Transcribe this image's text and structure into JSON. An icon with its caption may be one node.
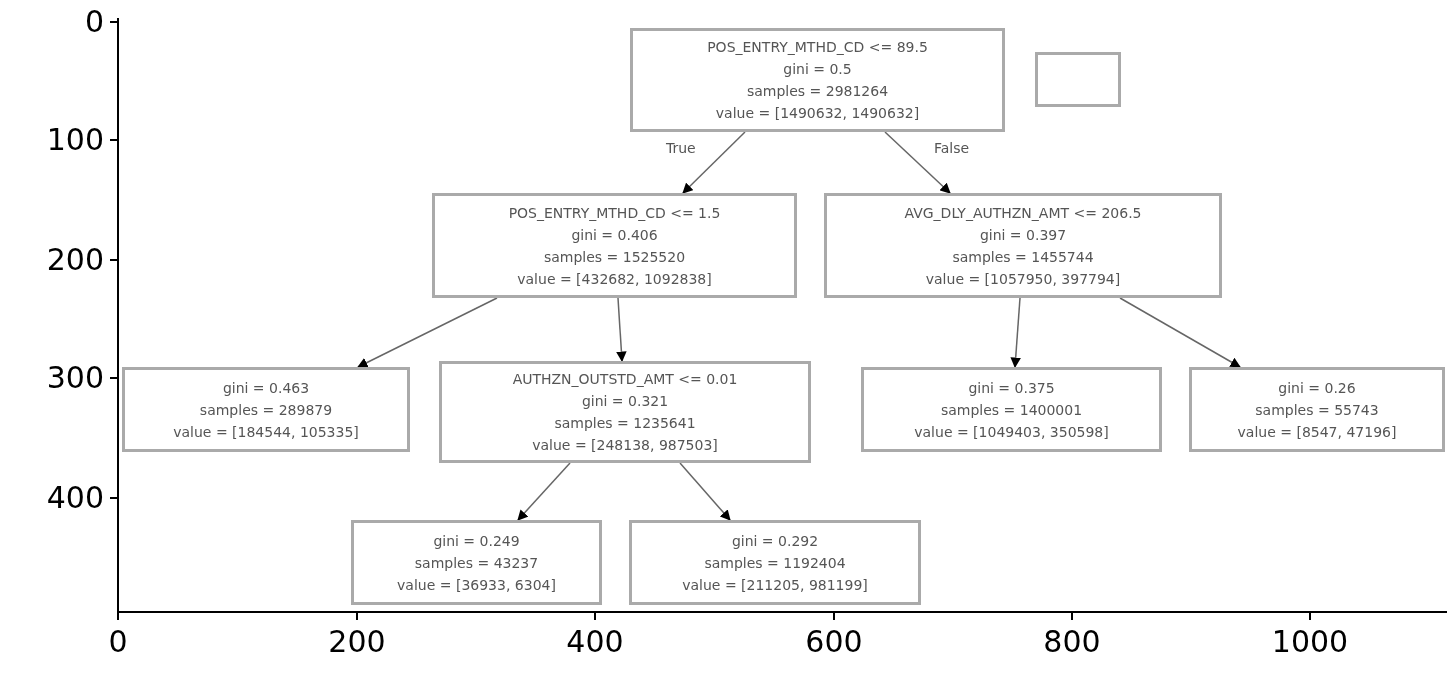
{
  "diagram": {
    "nodes": [
      {
        "text": [
          "POS_ENTRY_MTHD_CD <= 89.5",
          "gini = 0.5",
          "samples = 2981264",
          "value = [1490632, 1490632]"
        ]
      },
      {
        "text": [],
        "shape": "box"
      },
      {
        "text": [
          "POS_ENTRY_MTHD_CD <= 1.5",
          "gini = 0.406",
          "samples = 1525520",
          "value = [432682, 1092838]"
        ]
      },
      {
        "text": [
          "AVG_DLY_AUTHZN_AMT <= 206.5",
          "gini = 0.397",
          "samples = 1455744",
          "value = [1057950, 397794]"
        ]
      },
      {
        "text": [
          "gini = 0.463",
          "samples = 289879",
          "value = [184544, 105335]"
        ]
      },
      {
        "text": [
          "AUTHZN_OUTSTD_AMT <= 0.01",
          "gini = 0.321",
          "samples = 1235641",
          "value = [248138, 987503]"
        ]
      },
      {
        "text": [
          "gini = 0.375",
          "samples = 1400001",
          "value = [1049403, 350598]"
        ]
      },
      {
        "text": [
          "gini = 0.26",
          "samples = 55743",
          "value = [8547, 47196]"
        ]
      },
      {
        "text": [
          "gini = 0.249",
          "samples = 43237",
          "value = [36933, 6304]"
        ]
      },
      {
        "text": [
          "gini = 0.292",
          "samples = 1192404",
          "value = [211205, 981199]"
        ]
      }
    ],
    "edges": [
      {
        "from": 0,
        "to": 2,
        "arrow": "to",
        "label": "True"
      },
      {
        "from": 0,
        "to": 3,
        "arrow": "to",
        "label": "False"
      },
      {
        "from": 2,
        "to": 4,
        "arrow": "to"
      },
      {
        "from": 2,
        "to": 5,
        "arrow": "to"
      },
      {
        "from": 3,
        "to": 6,
        "arrow": "to"
      },
      {
        "from": 3,
        "to": 7,
        "arrow": "to"
      },
      {
        "from": 5,
        "to": 8,
        "arrow": "to"
      },
      {
        "from": 5,
        "to": 9,
        "arrow": "to"
      }
    ],
    "labels": [
      "0",
      "100",
      "200",
      "300",
      "400",
      "0",
      "200",
      "400",
      "600",
      "800",
      "1000"
    ]
  }
}
